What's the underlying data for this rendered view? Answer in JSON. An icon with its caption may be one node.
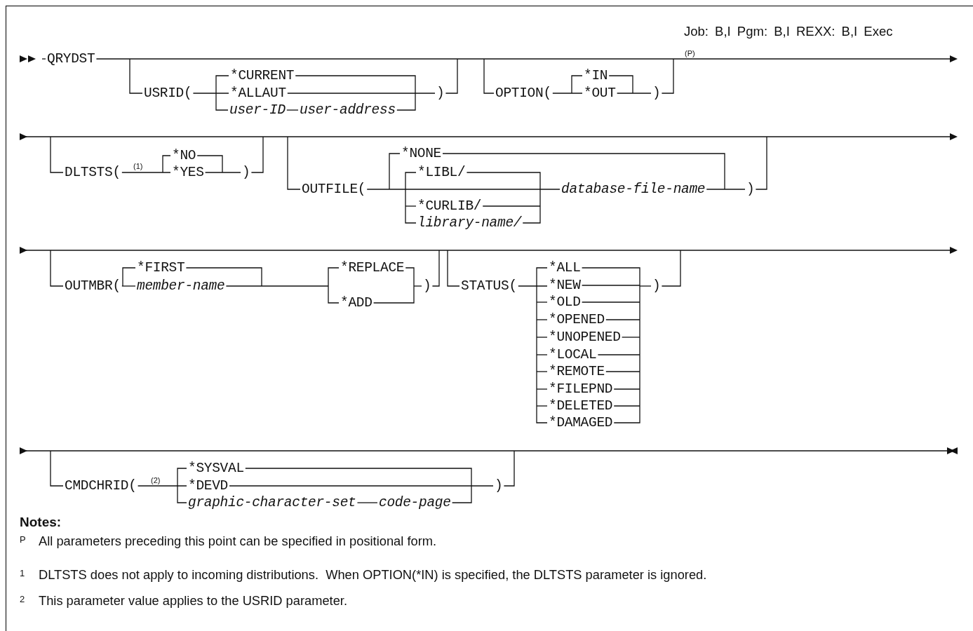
{
  "diagram": {
    "labels": [
      "Job: B,I Pgm: B,I REXX: B,I Exec",
      "QRYDST",
      "(P)",
      "USRID(",
      "*CURRENT",
      "*ALLAUT",
      "user-ID",
      "user-address",
      ")",
      "OPTION(",
      "*IN",
      "*OUT",
      ")",
      "DLTSTS(",
      "(1)",
      "*NO",
      "*YES",
      ")",
      "OUTFILE(",
      "*NONE",
      "*LIBL/",
      "database-file-name",
      "*CURLIB/",
      "library-name/",
      ")",
      "OUTMBR(",
      "*FIRST",
      "member-name",
      "*REPLACE",
      "*ADD",
      ")",
      "STATUS(",
      "*ALL",
      "*NEW",
      "*OLD",
      "*OPENED",
      "*UNOPENED",
      "*LOCAL",
      "*REMOTE",
      "*FILEPND",
      "*DELETED",
      "*DAMAGED",
      ")",
      "CMDCHRID(",
      "(2)",
      "*SYSVAL",
      "*DEVD",
      "graphic-character-set",
      "code-page",
      ")",
      "Notes:",
      "P",
      "All parameters preceding this point can be specified in positional form.",
      "1",
      "DLTSTS does not apply to incoming distributions.  When OPTION(*IN) is specified, the DLTSTS parameter is ignored.",
      "2",
      "This parameter value applies to the USRID parameter."
    ]
  }
}
